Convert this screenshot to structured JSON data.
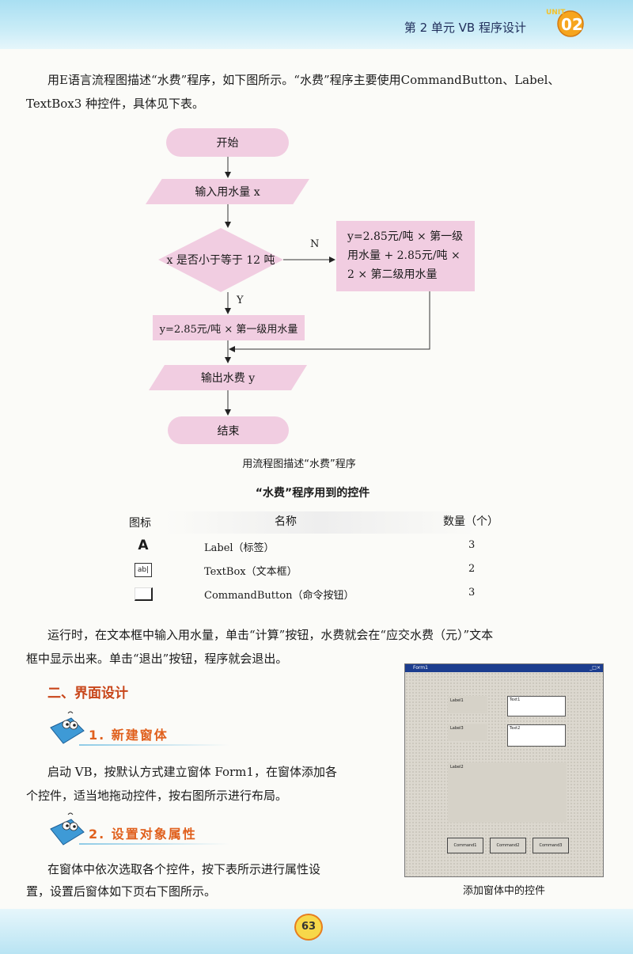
{
  "header": {
    "title": "第 2 单元  VB 程序设计",
    "badge_text": "UNIT",
    "badge_num": "02"
  },
  "intro": {
    "line1": "用E语言流程图描述“水费”程序，如下图所示。“水费”程序主要使用CommandButton、Label、",
    "line2": "TextBox3 种控件，具体见下表。"
  },
  "flowchart": {
    "start": "开始",
    "input": "输入用水量 x",
    "decision": "x 是否小于等于 12 吨",
    "no_label": "N",
    "yes_label": "Y",
    "no_branch": [
      "y=2.85元/吨 × 第一级",
      "用水量 + 2.85元/吨 ×",
      "2 × 第二级用水量"
    ],
    "yes_branch": "y=2.85元/吨 × 第一级用水量",
    "output": "输出水费 y",
    "end": "结束",
    "caption": "用流程图描述“水费”程序"
  },
  "controls_table": {
    "title": "“水费”程序用到的控件",
    "headers": [
      "图标",
      "名称",
      "数量（个）"
    ],
    "rows": [
      {
        "icon": "label-icon",
        "icon_glyph": "A",
        "name": "Label（标签）",
        "count": "3"
      },
      {
        "icon": "textbox-icon",
        "icon_glyph": "ab|",
        "name": "TextBox（文本框）",
        "count": "2"
      },
      {
        "icon": "commandbutton-icon",
        "icon_glyph": "",
        "name": "CommandButton（命令按钮）",
        "count": "3"
      }
    ]
  },
  "run_text": {
    "line1": "运行时，在文本框中输入用水量，单击“计算”按钮，水费就会在“应交水费（元）”文本",
    "line2": "框中显示出来。单击“退出”按钮，程序就会退出。"
  },
  "section": {
    "title": "二、界面设计"
  },
  "step1": {
    "title": "1. 新建窗体",
    "line1": "启动 VB，按默认方式建立窗体 Form1，在窗体添加各",
    "line2": "个控件，适当地拖动控件，按右图所示进行布局。"
  },
  "step2": {
    "title": "2. 设置对象属性",
    "line1": "在窗体中依次选取各个控件，按下表所示进行属性设",
    "line2": "置，设置后窗体如下页右下图所示。"
  },
  "vb_form": {
    "title": "Form1",
    "title_buttons": "_□×",
    "label1": "Label1",
    "label2": "Label3",
    "label3": "Label2",
    "text1": "Text1",
    "text2": "Text2",
    "buttons": [
      "Command1",
      "Command2",
      "Command3"
    ],
    "caption": "添加窗体中的控件"
  },
  "page_number": "63"
}
